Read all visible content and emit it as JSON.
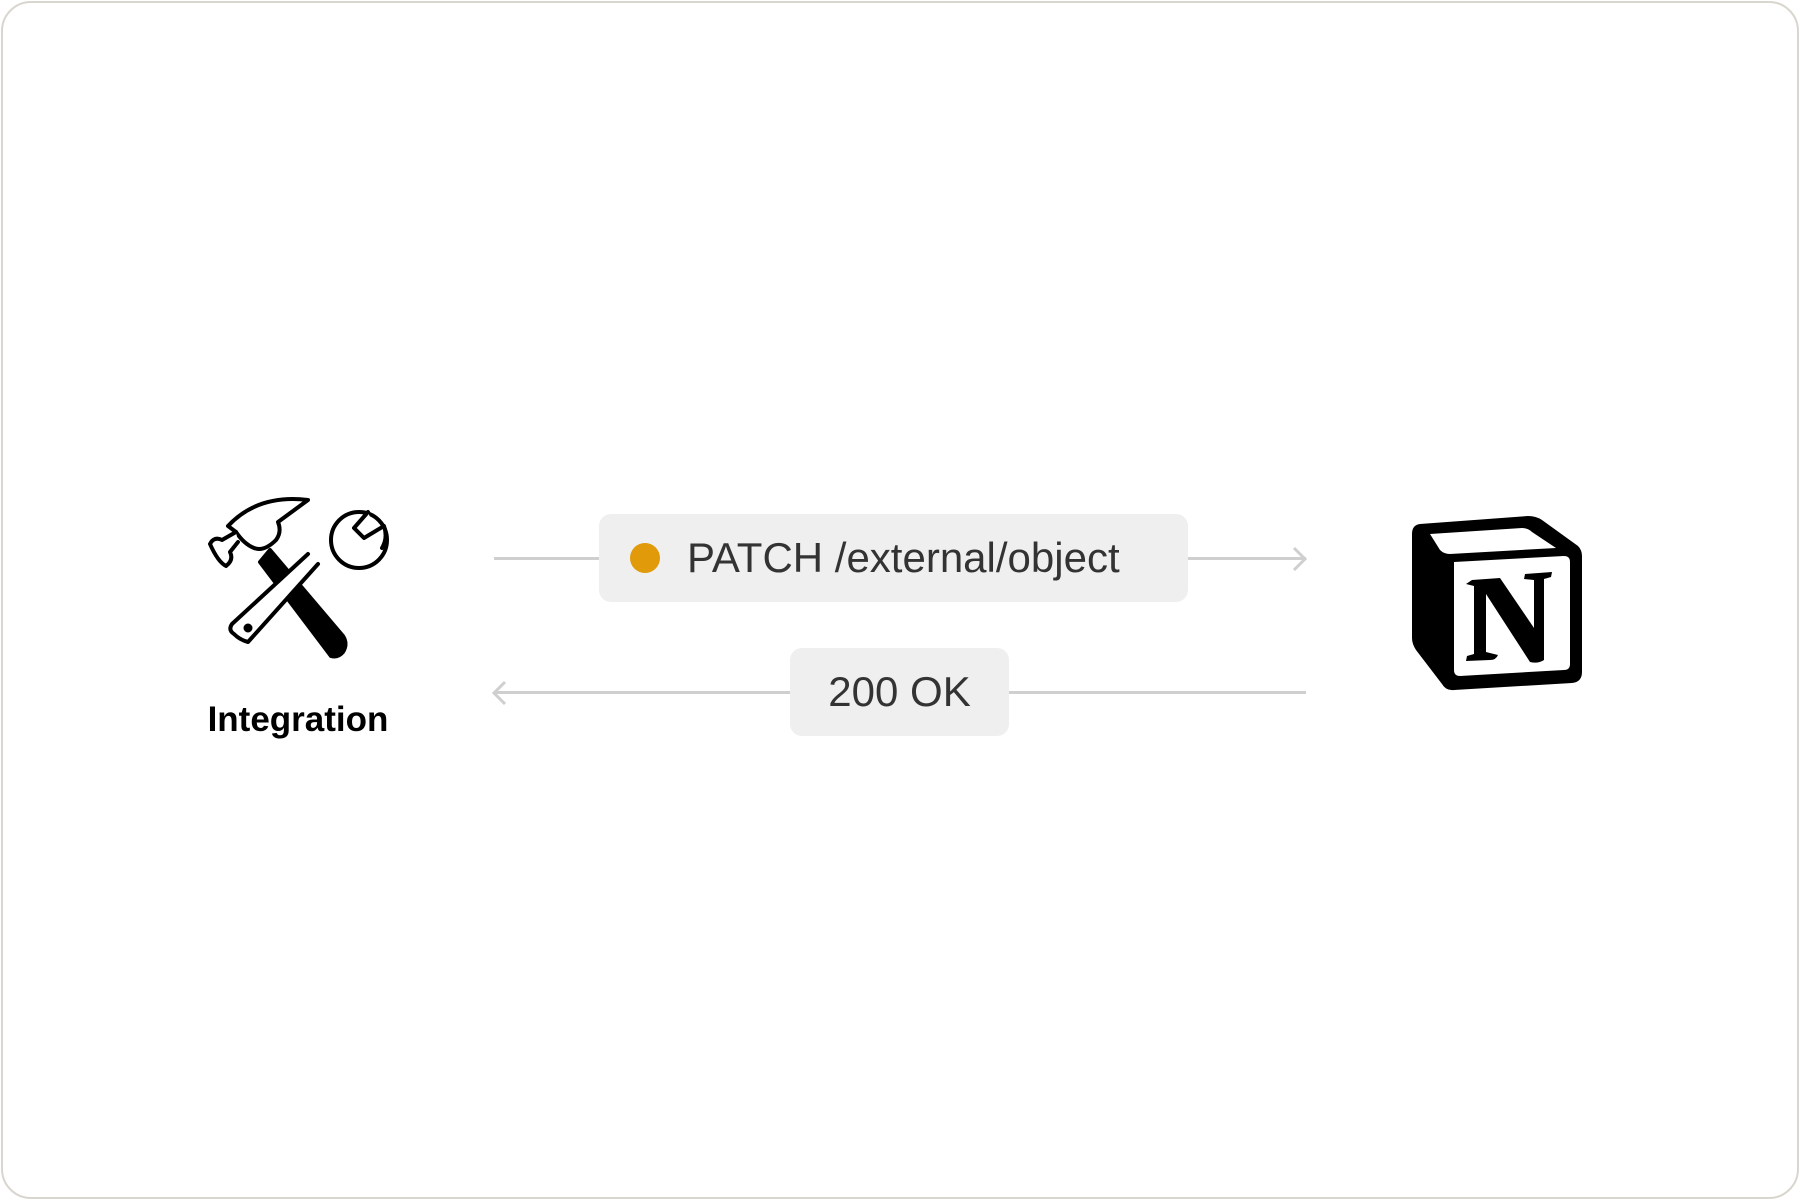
{
  "left_node": {
    "label": "Integration",
    "icon": "hammer-wrench-icon"
  },
  "right_node": {
    "icon": "notion-logo-icon"
  },
  "request": {
    "label": "PATCH /external/object",
    "dot_color": "#e09a0a"
  },
  "response": {
    "label": "200 OK"
  }
}
